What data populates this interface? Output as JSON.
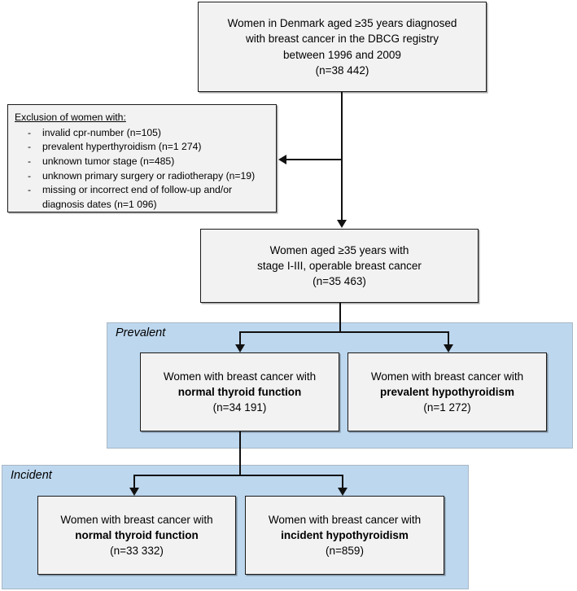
{
  "figure": {
    "type": "flowchart",
    "title": "Study population flow diagram"
  },
  "nodes": {
    "cohort_top": {
      "lines": [
        "Women in Denmark aged ≥35 years diagnosed",
        "with breast cancer in the DBCG registry",
        "between 1996 and 2009",
        "(n=38 442)"
      ]
    },
    "cohort_eligible": {
      "lines": [
        "Women aged ≥35 years with",
        "stage I-III, operable breast cancer",
        "(n=35 463)"
      ]
    },
    "prevalent_normal": {
      "line1": "Women with breast cancer with",
      "line2": "normal thyroid function",
      "line3": "(n=34 191)"
    },
    "prevalent_hypo": {
      "line1": "Women with breast cancer with",
      "line2": "prevalent hypothyroidism",
      "line3": "(n=1 272)"
    },
    "incident_normal": {
      "line1": "Women with breast cancer with",
      "line2": "normal thyroid function",
      "line3": "(n=33 332)"
    },
    "incident_hypo": {
      "line1": "Women with breast cancer with",
      "line2": "incident hypothyroidism",
      "line3": "(n=859)"
    }
  },
  "exclusion": {
    "heading": "Exclusion of women with:",
    "dash": "-",
    "items": [
      {
        "text": "invalid cpr-number (n=105)",
        "cont": ""
      },
      {
        "text": "prevalent hyperthyroidism (n=1 274)",
        "cont": ""
      },
      {
        "text": "unknown tumor stage (n=485)",
        "cont": ""
      },
      {
        "text": "unknown primary surgery or radiotherapy (n=19)",
        "cont": ""
      },
      {
        "text": "missing or incorrect end of follow-up and/or",
        "cont": "diagnosis dates (n=1 096)"
      }
    ]
  },
  "panels": {
    "prevalent": {
      "label": "Prevalent",
      "color": "#bdd7ee"
    },
    "incident": {
      "label": "Incident",
      "color": "#bdd7ee"
    }
  },
  "colors": {
    "box_fill": "#f2f2f2",
    "box_border": "#1a1a1a",
    "panel_fill": "#bdd7ee",
    "connector": "#111111",
    "background": "#ffffff"
  }
}
